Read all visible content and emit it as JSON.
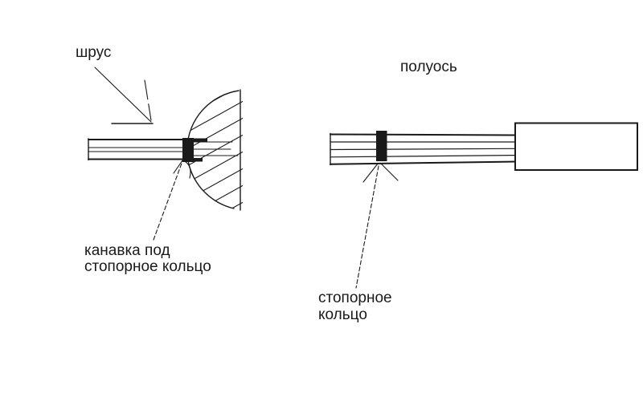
{
  "canvas": {
    "background": "#ffffff",
    "ink": "#1a1a1a"
  },
  "figure": {
    "description": "Hand-drawn technical sketch of a CV joint and axle shaft with a snap-ring groove",
    "left_diagram": {
      "part_label": "шрус",
      "callout_label": "канавка под\nстопорное кольцо"
    },
    "right_diagram": {
      "part_label": "полуось",
      "callout_label": "стопорное\nкольцо"
    }
  }
}
